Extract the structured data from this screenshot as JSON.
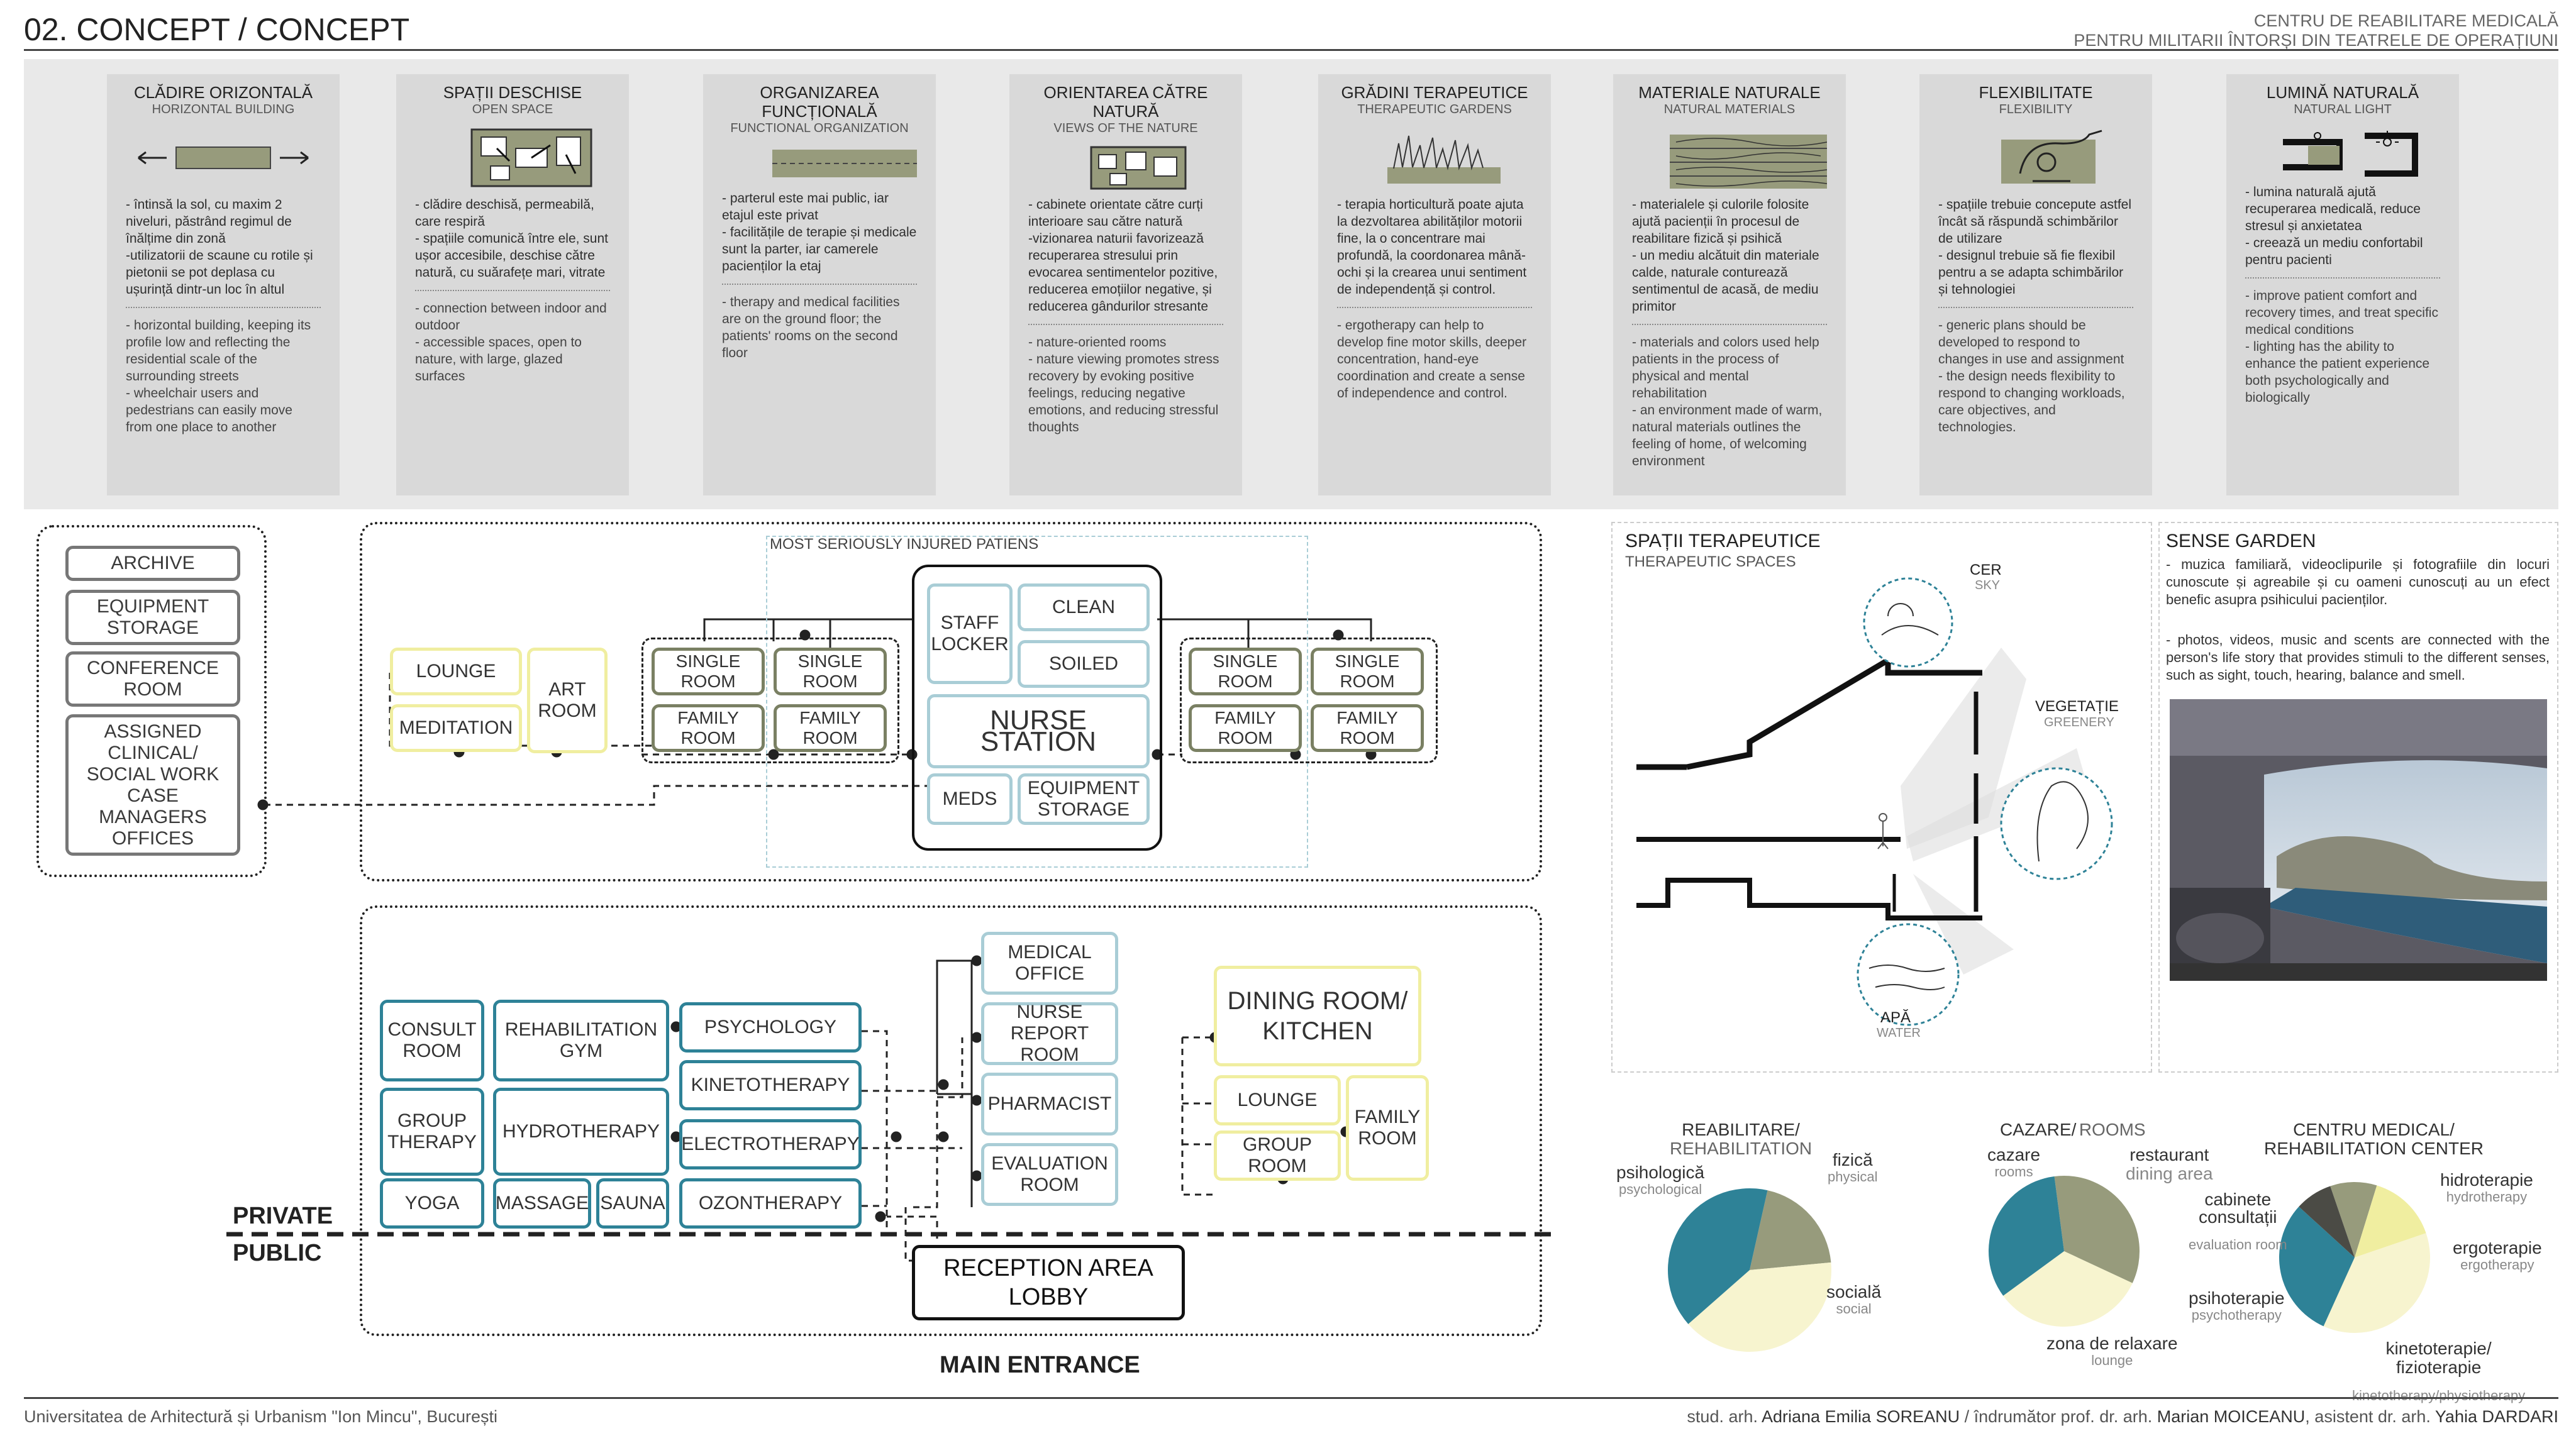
{
  "header": {
    "title_main": "02. CONCEPT",
    "title_sep": "/",
    "title_en": "CONCEPT",
    "right_line1": "CENTRU DE REABILITARE MEDICALĂ",
    "right_line2": "PENTRU MILITARII ÎNTORȘI DIN TEATRELE DE OPERAȚIUNI"
  },
  "concepts": [
    {
      "title": "CLĂDIRE ORIZONTALĂ",
      "sub": "HORIZONTAL BUILDING",
      "icon": "horizontal-building-icon",
      "ro": "- întinsă la sol, cu maxim 2 niveluri, păstrând regimul de înălțime din zonă\n-utilizatorii de scaune cu rotile și pietonii se pot deplasa cu ușurință dintr-un loc în altul",
      "en": "- horizontal building, keeping its profile low and reflecting the residential scale of the surrounding streets\n- wheelchair users and pedestrians can easily move from one place to another"
    },
    {
      "title": "SPAȚII DESCHISE",
      "sub": "OPEN SPACE",
      "icon": "open-space-icon",
      "ro": "- clădire deschisă, permeabilă, care respiră\n- spațiile comunică între ele, sunt ușor accesibile, deschise către natură, cu suărafețe mari, vitrate",
      "en": "- connection between indoor and outdoor\n- accessible spaces, open to nature, with large, glazed surfaces"
    },
    {
      "title": "ORGANIZAREA FUNCȚIONALĂ",
      "sub": "FUNCTIONAL ORGANIZATION",
      "icon": "functional-organization-icon",
      "ro": "- parterul este mai public, iar etajul este privat\n- facilitățile de terapie și medicale sunt la parter, iar camerele pacienților la etaj",
      "en": "- therapy and medical facilities are on the ground floor; the patients' rooms on the second floor"
    },
    {
      "title": "ORIENTAREA CĂTRE NATURĂ",
      "sub": "VIEWS OF THE NATURE",
      "icon": "views-of-nature-icon",
      "ro": "- cabinete orientate către curți interioare sau către natură\n-vizionarea naturii favorizează recuperarea stresului prin evocarea sentimentelor pozitive, reducerea emoțiilor negative, și reducerea gândurilor stresante",
      "en": "- nature-oriented rooms\n- nature viewing promotes stress recovery by evoking positive feelings, reducing negative emotions, and reducing stressful thoughts"
    },
    {
      "title": "GRĂDINI TERAPEUTICE",
      "sub": "THERAPEUTIC GARDENS",
      "icon": "therapeutic-garden-icon",
      "ro": "- terapia horticultură poate ajuta la dezvoltarea abilităților motorii fine, la o concentrare mai profundă, la coordonarea mână-ochi și la crearea unui sentiment de independență și control.",
      "en": "- ergotherapy can help to develop fine motor skills, deeper concentration, hand-eye coordination and create a sense of independence and control."
    },
    {
      "title": "MATERIALE NATURALE",
      "sub": "NATURAL MATERIALS",
      "icon": "natural-materials-icon",
      "ro": "- materialele și culorile folosite ajută pacienții în procesul de reabilitare fizică și psihică\n- un mediu alcătuit din materiale calde, naturale conturează sentimentul de acasă, de mediu primitor",
      "en": "- materials and colors used help patients in the process of physical and mental rehabilitation\n- an environment made of warm, natural materials outlines the feeling of home, of welcoming environment"
    },
    {
      "title": "FLEXIBILITATE",
      "sub": "FLEXIBILITY",
      "icon": "flexibility-icon",
      "ro": "- spațiile trebuie concepute astfel încât să răspundă schimbărilor de utilizare\n- designul trebuie să fie flexibil pentru a se adapta schimbărilor și tehnologiei",
      "en": "- generic plans should be developed to respond to changes in use and assignment\n- the design needs flexibility to respond to changing workloads, care objectives, and technologies."
    },
    {
      "title": "LUMINĂ NATURALĂ",
      "sub": "NATURAL LIGHT",
      "icon": "natural-light-icon",
      "ro": "- lumina naturală ajută recuperarea medicală, reduce stresul și anxietatea\n- creează un mediu confortabil pentru pacienti",
      "en": "- improve patient comfort and recovery times, and treat specific medical conditions\n- lighting has the ability to enhance the patient experience both psychologically and biologically"
    }
  ],
  "diagram": {
    "admin": [
      "ARCHIVE",
      "EQUIPMENT\nSTORAGE",
      "CONFERENCE\nROOM",
      "ASSIGNED\nCLINICAL/\nSOCIAL WORK\nCASE\nMANAGERS\nOFFICES"
    ],
    "injured_label": "MOST SERIOUSLY INJURED PATIENS",
    "lounge": "LOUNGE",
    "meditation": "MEDITATION",
    "art_room": "ART\nROOM",
    "single_room": "SINGLE\nROOM",
    "family_room": "FAMILY\nROOM",
    "staff_locker": "STAFF\nLOCKER",
    "clean": "CLEAN",
    "soiled": "SOILED",
    "nurse_station": "NURSE STATION",
    "meds": "MEDS",
    "equipment_storage": "EQUIPMENT\nSTORAGE",
    "consult_room": "CONSULT\nROOM",
    "rehab_gym": "REHABILITATION\nGYM",
    "psychology": "PSYCHOLOGY",
    "kinetotherapy": "KINETOTHERAPY",
    "group_therapy": "GROUP\nTHERAPY",
    "hydrotherapy": "HYDROTHERAPY",
    "electrotherapy": "ELECTROTHERAPY",
    "yoga": "YOGA",
    "massage": "MASSAGE",
    "sauna": "SAUNA",
    "ozonotherapy": "OZONTHERAPY",
    "medical_office": "MEDICAL\nOFFICE",
    "nurse_report": "NURSE\nREPORT ROOM",
    "pharmacist": "PHARMACIST",
    "evaluation_room": "EVALUATION\nROOM",
    "dining": "DINING ROOM/\nKITCHEN",
    "lounge2": "LOUNGE",
    "group_room": "GROUP ROOM",
    "family_room2": "FAMILY\nROOM",
    "reception": "RECEPTION AREA\nLOBBY",
    "private": "PRIVATE",
    "public": "PUBLIC",
    "main_entrance": "MAIN ENTRANCE"
  },
  "therapeutic": {
    "title": "SPAȚII TERAPEUTICE",
    "sub": "THERAPEUTIC SPACES",
    "sky": "CER",
    "sky_en": "SKY",
    "green": "VEGETAȚIE",
    "green_en": "GREENERY",
    "water": "APĂ",
    "water_en": "WATER"
  },
  "sense": {
    "title": "SENSE GARDEN",
    "ro": "- muzica familiară, videoclipurile și fotografiile din locuri cunoscute și agreabile și cu oameni cunoscuți au un efect benefic asupra psihicului pacienților.",
    "en": "- photos, videos, music and scents are connected with the person's life story that provides stimuli to the different senses, such as sight, touch, hearing, balance and smell."
  },
  "colors": {
    "olive": "#979b7c",
    "teal": "#2e8297",
    "cream": "#f7f4cf",
    "dark": "#4b4b45"
  },
  "chart_data": [
    {
      "type": "pie",
      "title": "REABILITARE/",
      "subtitle": "REHABILITATION",
      "slices": [
        {
          "label": "fizică",
          "label_en": "physical",
          "value": 20,
          "color": "#979b7c"
        },
        {
          "label": "socială",
          "label_en": "social",
          "value": 40,
          "color": "#f7f4cf"
        },
        {
          "label": "psihologică",
          "label_en": "psychological",
          "value": 40,
          "color": "#2e8297"
        }
      ]
    },
    {
      "type": "pie",
      "title": "CAZARE/",
      "subtitle": "ROOMS",
      "slices": [
        {
          "label": "restaurant",
          "label_en": "dining area",
          "value": 34,
          "color": "#979b7c"
        },
        {
          "label": "zona de relaxare",
          "label_en": "lounge",
          "value": 33,
          "color": "#f7f4cf"
        },
        {
          "label": "cazare",
          "label_en": "rooms",
          "value": 33,
          "color": "#2e8297"
        }
      ]
    },
    {
      "type": "pie",
      "title": "CENTRU MEDICAL/",
      "subtitle": "REHABILITATION CENTER",
      "slices": [
        {
          "label": "hidroterapie",
          "label_en": "hydrotherapy",
          "value": 10,
          "color": "#979b7c"
        },
        {
          "label": "ergoterapie",
          "label_en": "ergotherapy",
          "value": 15,
          "color": "#f0eea0"
        },
        {
          "label": "kinetoterapie/\nfizioterapie",
          "label_en": "kinetotherapy/physiotherapy",
          "value": 37,
          "color": "#f7f4cf"
        },
        {
          "label": "psihoterapie",
          "label_en": "psychotherapy",
          "value": 30,
          "color": "#2e8297"
        },
        {
          "label": "cabinete\nconsultații",
          "label_en": "evaluation room",
          "value": 8,
          "color": "#4b4b45"
        }
      ]
    }
  ],
  "footer": {
    "left": "Universitatea de Arhitectură și Urbanism \"Ion Mincu\", București",
    "r1": "stud. arh. ",
    "r2": "Adriana Emilia SOREANU",
    "r3": " / îndrumător prof. dr. arh. ",
    "r4": "Marian MOICEANU",
    "r5": ", asistent dr. arh. ",
    "r6": "Yahia DARDARI"
  }
}
